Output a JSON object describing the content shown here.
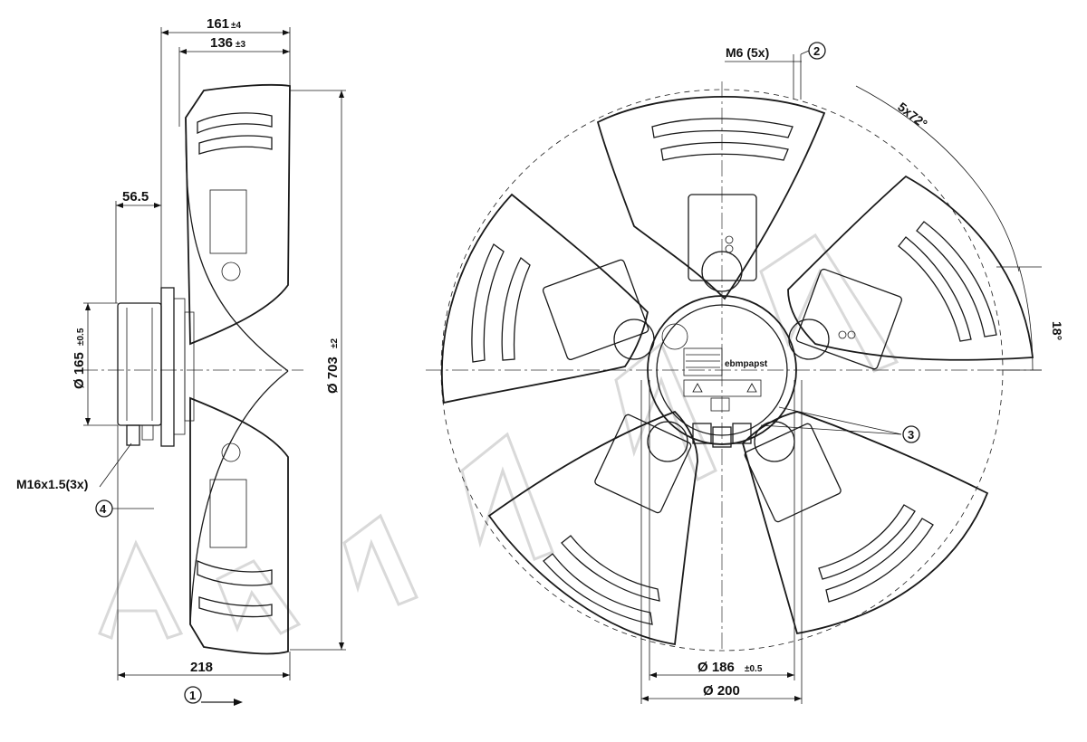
{
  "dimensions": {
    "width_161": "161",
    "tol_161": "±4",
    "width_136": "136",
    "tol_136": "±3",
    "dim_56_5": "56.5",
    "dia_165": "Ø 165",
    "tol_165": "±0.5",
    "dia_703": "Ø 703",
    "tol_703": "±2",
    "dim_218": "218",
    "thread": "M16x1.5(3x)",
    "m6": "M6 (5x)",
    "angle_5x72": "5x72°",
    "angle_18": "18°",
    "dia_186": "Ø 186",
    "tol_186": "±0.5",
    "dia_200": "Ø 200"
  },
  "callouts": {
    "c1": "1",
    "c2": "2",
    "c3": "3",
    "c4": "4"
  },
  "label_brand": "ebmpapst",
  "colors": {
    "line": "#1a1a1a",
    "watermark": "#d9d9d9",
    "background": "#ffffff"
  }
}
